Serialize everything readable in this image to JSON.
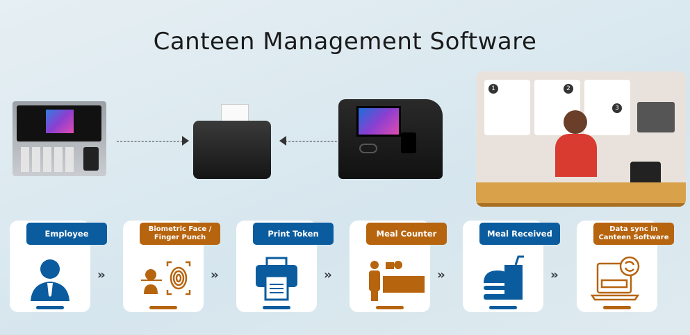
{
  "title": "Canteen Management Software",
  "steps": [
    {
      "label": "Employee",
      "icon": "employee-icon",
      "color": "#0b5c9e"
    },
    {
      "label": "Biometric Face / Finger Punch",
      "icon": "face-fingerprint-icon",
      "color": "#b7640f"
    },
    {
      "label": "Print Token",
      "icon": "printer-icon",
      "color": "#0b5c9e"
    },
    {
      "label": "Meal Counter",
      "icon": "meal-counter-icon",
      "color": "#b7640f"
    },
    {
      "label": "Meal Received",
      "icon": "burger-drink-icon",
      "color": "#0b5c9e"
    },
    {
      "label": "Data sync in Canteen Software",
      "icon": "laptop-sync-icon",
      "color": "#b7640f"
    }
  ],
  "separator": "››",
  "illustration": {
    "menu_numbers": [
      "1",
      "2",
      "3"
    ]
  }
}
